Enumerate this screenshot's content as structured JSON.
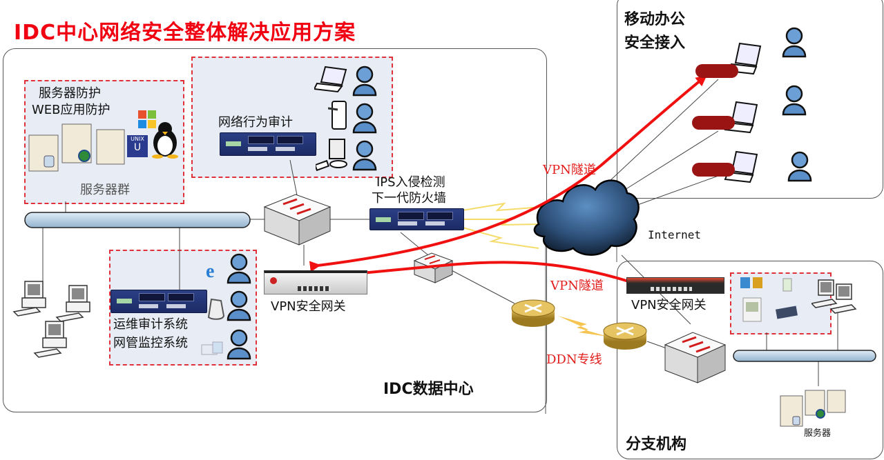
{
  "title": "IDC中心网络安全整体解决应用方案",
  "zones": {
    "idc": {
      "label": "IDC数据中心"
    },
    "mobile": {
      "label_line1": "移动办公",
      "label_line2": "安全接入"
    },
    "branch": {
      "label": "分支机构"
    }
  },
  "groups": {
    "servers": {
      "line1": "服务器防护",
      "line2": "WEB应用防护",
      "caption": "服务器群",
      "os_icons": [
        "windows-logo",
        "unix-logo",
        "linux-penguin"
      ]
    },
    "behavior_audit": {
      "label": "网络行为审计",
      "clients": [
        "laptop",
        "tablet",
        "desktop"
      ]
    },
    "ops_audit": {
      "line1": "运维审计系统",
      "line2": "网管监控系统",
      "clients": [
        "browser-ie",
        "phone",
        "email"
      ]
    }
  },
  "devices": {
    "ips": {
      "line1": "IPS入侵检测",
      "line2": "下一代防火墙"
    },
    "vpn_gateway_idc": {
      "label": "VPN安全网关"
    },
    "vpn_gateway_branch": {
      "label": "VPN安全网关"
    },
    "internet": {
      "label": "Internet"
    },
    "branch_servers": {
      "label": "服务器"
    }
  },
  "links": {
    "vpn_tunnel_mobile": "VPN隧道",
    "vpn_tunnel_branch": "VPN隧道",
    "ddn": "DDN专线"
  },
  "colors": {
    "title": "#f00010",
    "tunnel": "#f01010",
    "dash_border": "#e0303a",
    "group_fill": "#e8ecf4",
    "bus": "#bcd3e6",
    "person": "#5b8fc9",
    "router": "#c9a13a"
  }
}
